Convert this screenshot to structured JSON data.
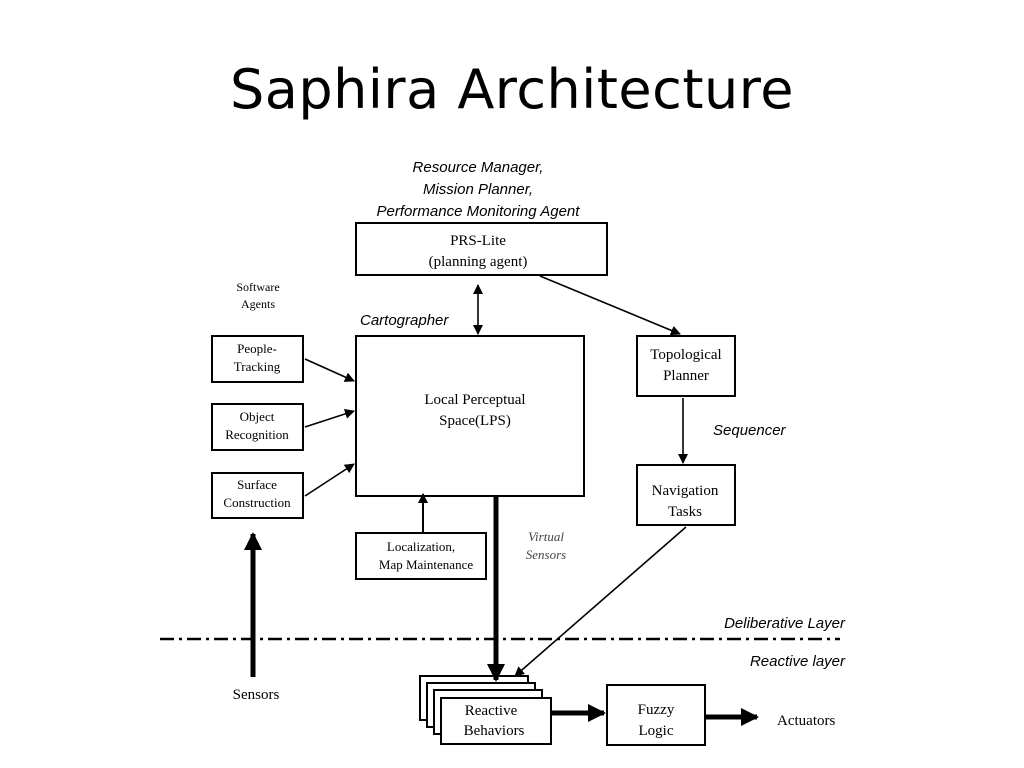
{
  "title": "Saphira Architecture",
  "top_caption": [
    "Resource Manager,",
    "Mission Planner,",
    "Performance Monitoring Agent"
  ],
  "prs_lite": [
    "PRS-Lite",
    "(planning agent)"
  ],
  "software_agents": [
    "Software",
    "Agents"
  ],
  "cartographer": "Cartographer",
  "people_tracking": [
    "People-",
    "Tracking"
  ],
  "object_recognition": [
    "Object",
    "Recognition"
  ],
  "surface_construction": [
    "Surface",
    "Construction"
  ],
  "lps": [
    "Local Perceptual",
    "Space(LPS)"
  ],
  "localization": [
    "Localization,",
    "Map Maintenance"
  ],
  "virtual_sensors": [
    "Virtual",
    "Sensors"
  ],
  "topological_planner": [
    "Topological",
    "Planner"
  ],
  "sequencer": "Sequencer",
  "navigation_tasks": [
    "Navigation",
    "Tasks"
  ],
  "deliberative_layer": "Deliberative Layer",
  "reactive_layer": "Reactive layer",
  "sensors": "Sensors",
  "reactive_behaviors": [
    "Reactive",
    "Behaviors"
  ],
  "fuzzy_logic": [
    "Fuzzy",
    "Logic"
  ],
  "actuators": "Actuators"
}
